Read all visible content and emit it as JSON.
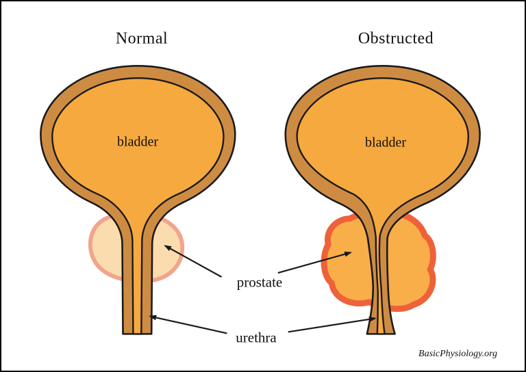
{
  "figure": {
    "panels": [
      {
        "title": "Normal",
        "organ_label": "bladder"
      },
      {
        "title": "Obstructed",
        "organ_label": "bladder"
      }
    ],
    "labels": {
      "prostate": "prostate",
      "urethra": "urethra"
    },
    "attribution": "BasicPhysiology.org"
  },
  "colors": {
    "background": "#FFFFFF",
    "frame": "#000000",
    "text": "#111111",
    "outline": "#1A1A1A",
    "bladder_fill": "#F6A93E",
    "wall_fill": "#CE8C43",
    "prostate_normal_fill": "#FBDCAE",
    "prostate_normal_stroke": "#F2A48C",
    "prostate_obstructed_fill": "#F8AE49",
    "prostate_obstructed_stroke": "#EE6239",
    "arrow": "#1A1A1A"
  }
}
